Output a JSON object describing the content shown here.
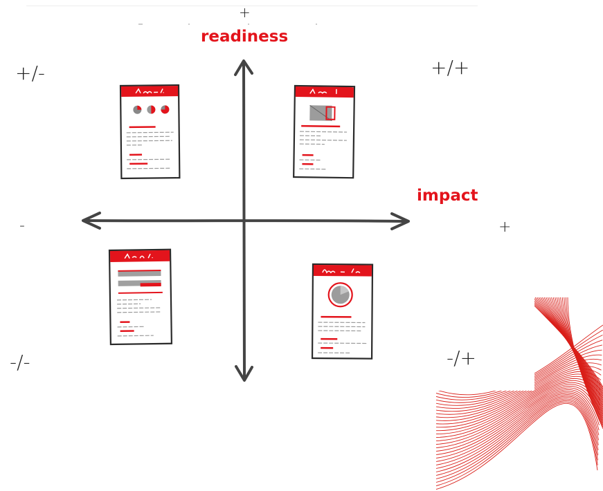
{
  "axes": {
    "vertical": {
      "title": "readiness",
      "top_sign": "+"
    },
    "horizontal": {
      "title": "impact",
      "left_sign": "-",
      "right_sign": "+"
    }
  },
  "quadrants": {
    "top_left": "+/-",
    "top_right": "+/+",
    "bottom_left": "-/-",
    "bottom_right": "-/+"
  },
  "colors": {
    "accent": "#e3141c",
    "axis": "#444444",
    "card_border": "#2a2a2a",
    "line_grey": "#9a9a9a"
  },
  "cards": [
    {
      "id": "top-left",
      "variant": "dots"
    },
    {
      "id": "top-right",
      "variant": "chart"
    },
    {
      "id": "bottom-left",
      "variant": "bars"
    },
    {
      "id": "bottom-right",
      "variant": "circle"
    }
  ]
}
